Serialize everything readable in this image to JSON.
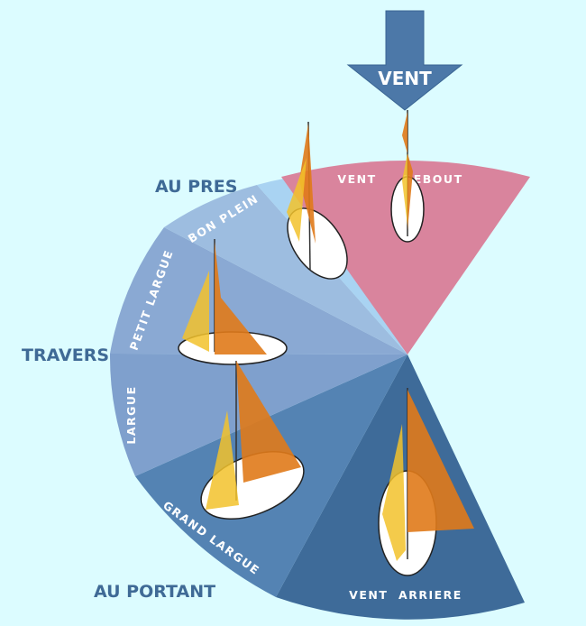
{
  "wind": {
    "label": "VENT"
  },
  "categories": {
    "au_pres": "AU PRES",
    "travers": "TRAVERS",
    "au_portant": "AU PORTANT"
  },
  "zones": {
    "vent_debout": "VENT     DEBOUT",
    "bon_plein": "BON PLEIN",
    "petit_largue": "PETIT LARGUE",
    "largue": "LARGUE",
    "grand_largue": "GRAND LARGUE",
    "vent_arriere": "VENT  ARRIERE"
  },
  "colors": {
    "background": "#dcfcff",
    "vent_debout": "#d9849d",
    "au_pres_wedge": "#a9d3f2",
    "bon_plein": "#9dbde0",
    "petit_largue": "#8aa9d3",
    "largue": "#7fa0cd",
    "grand_largue": "#5483b3",
    "vent_arriere": "#3e6b99",
    "wind_arrow": "#4c78a8",
    "category_text": "#3f6a96",
    "sail_orange": "#e07a1a",
    "sail_yellow": "#f2c22b"
  }
}
